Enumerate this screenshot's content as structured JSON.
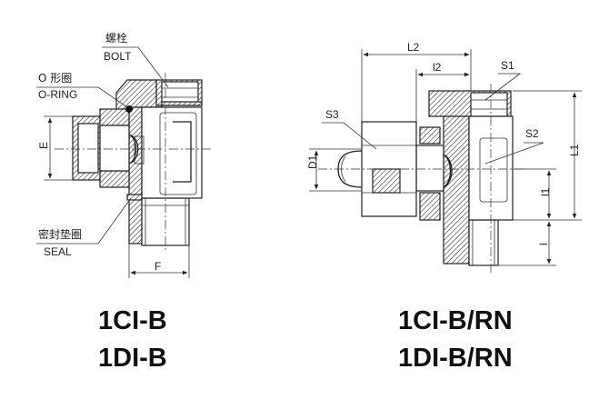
{
  "left": {
    "labels": {
      "bolt_cn": "螺栓",
      "bolt_en": "BOLT",
      "oring_cn": "O 形圈",
      "oring_en": "O-RING",
      "seal_cn": "密封垫圈",
      "seal_en": "SEAL",
      "dim_e": "E",
      "dim_f": "F"
    },
    "model_1": "1CI-B",
    "model_2": "1DI-B"
  },
  "right": {
    "labels": {
      "dim_l2": "L2",
      "dim_l2_small": "l2",
      "dim_s1": "S1",
      "dim_s2": "S2",
      "dim_s3": "S3",
      "dim_d1": "D1",
      "dim_l1": "L1",
      "dim_l1_small": "l1",
      "dim_l": "l"
    },
    "model_1": "1CI-B/RN",
    "model_2": "1DI-B/RN"
  },
  "colors": {
    "line": "#222222",
    "background": "#ffffff"
  }
}
